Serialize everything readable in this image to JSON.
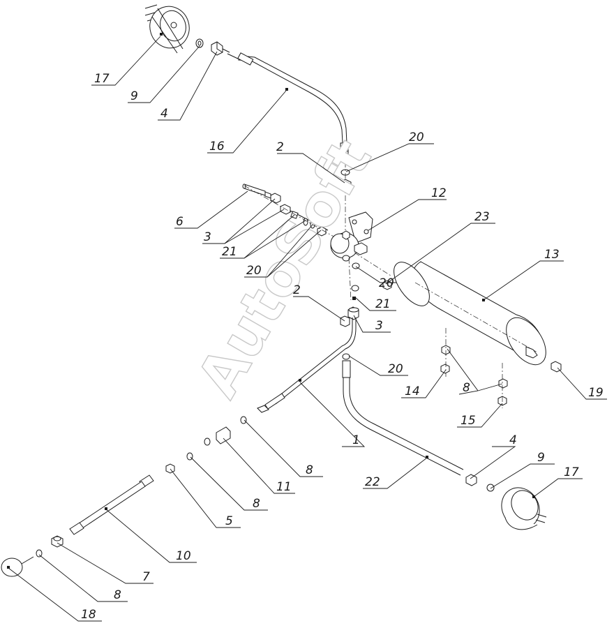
{
  "watermark": "AutoSoft",
  "callouts": [
    {
      "id": "c17a",
      "label": "17"
    },
    {
      "id": "c9a",
      "label": "9"
    },
    {
      "id": "c4a",
      "label": "4"
    },
    {
      "id": "c16",
      "label": "16"
    },
    {
      "id": "c20a",
      "label": "20"
    },
    {
      "id": "c2a",
      "label": "2"
    },
    {
      "id": "c12",
      "label": "12"
    },
    {
      "id": "c6",
      "label": "6"
    },
    {
      "id": "c3a",
      "label": "3"
    },
    {
      "id": "c21a",
      "label": "21"
    },
    {
      "id": "c20b",
      "label": "20"
    },
    {
      "id": "c23",
      "label": "23"
    },
    {
      "id": "c13",
      "label": "13"
    },
    {
      "id": "c20c",
      "label": "20"
    },
    {
      "id": "c2b",
      "label": "2"
    },
    {
      "id": "c21b",
      "label": "21"
    },
    {
      "id": "c3b",
      "label": "3"
    },
    {
      "id": "c20d",
      "label": "20"
    },
    {
      "id": "c14",
      "label": "14"
    },
    {
      "id": "c8a",
      "label": "8"
    },
    {
      "id": "c19",
      "label": "19"
    },
    {
      "id": "c15",
      "label": "15"
    },
    {
      "id": "c1",
      "label": "1"
    },
    {
      "id": "c8b",
      "label": "8"
    },
    {
      "id": "c4b",
      "label": "4"
    },
    {
      "id": "c9b",
      "label": "9"
    },
    {
      "id": "c17b",
      "label": "17"
    },
    {
      "id": "c11",
      "label": "11"
    },
    {
      "id": "c22",
      "label": "22"
    },
    {
      "id": "c8c",
      "label": "8"
    },
    {
      "id": "c5",
      "label": "5"
    },
    {
      "id": "c10",
      "label": "10"
    },
    {
      "id": "c7",
      "label": "7"
    },
    {
      "id": "c8d",
      "label": "8"
    },
    {
      "id": "c18",
      "label": "18"
    }
  ]
}
